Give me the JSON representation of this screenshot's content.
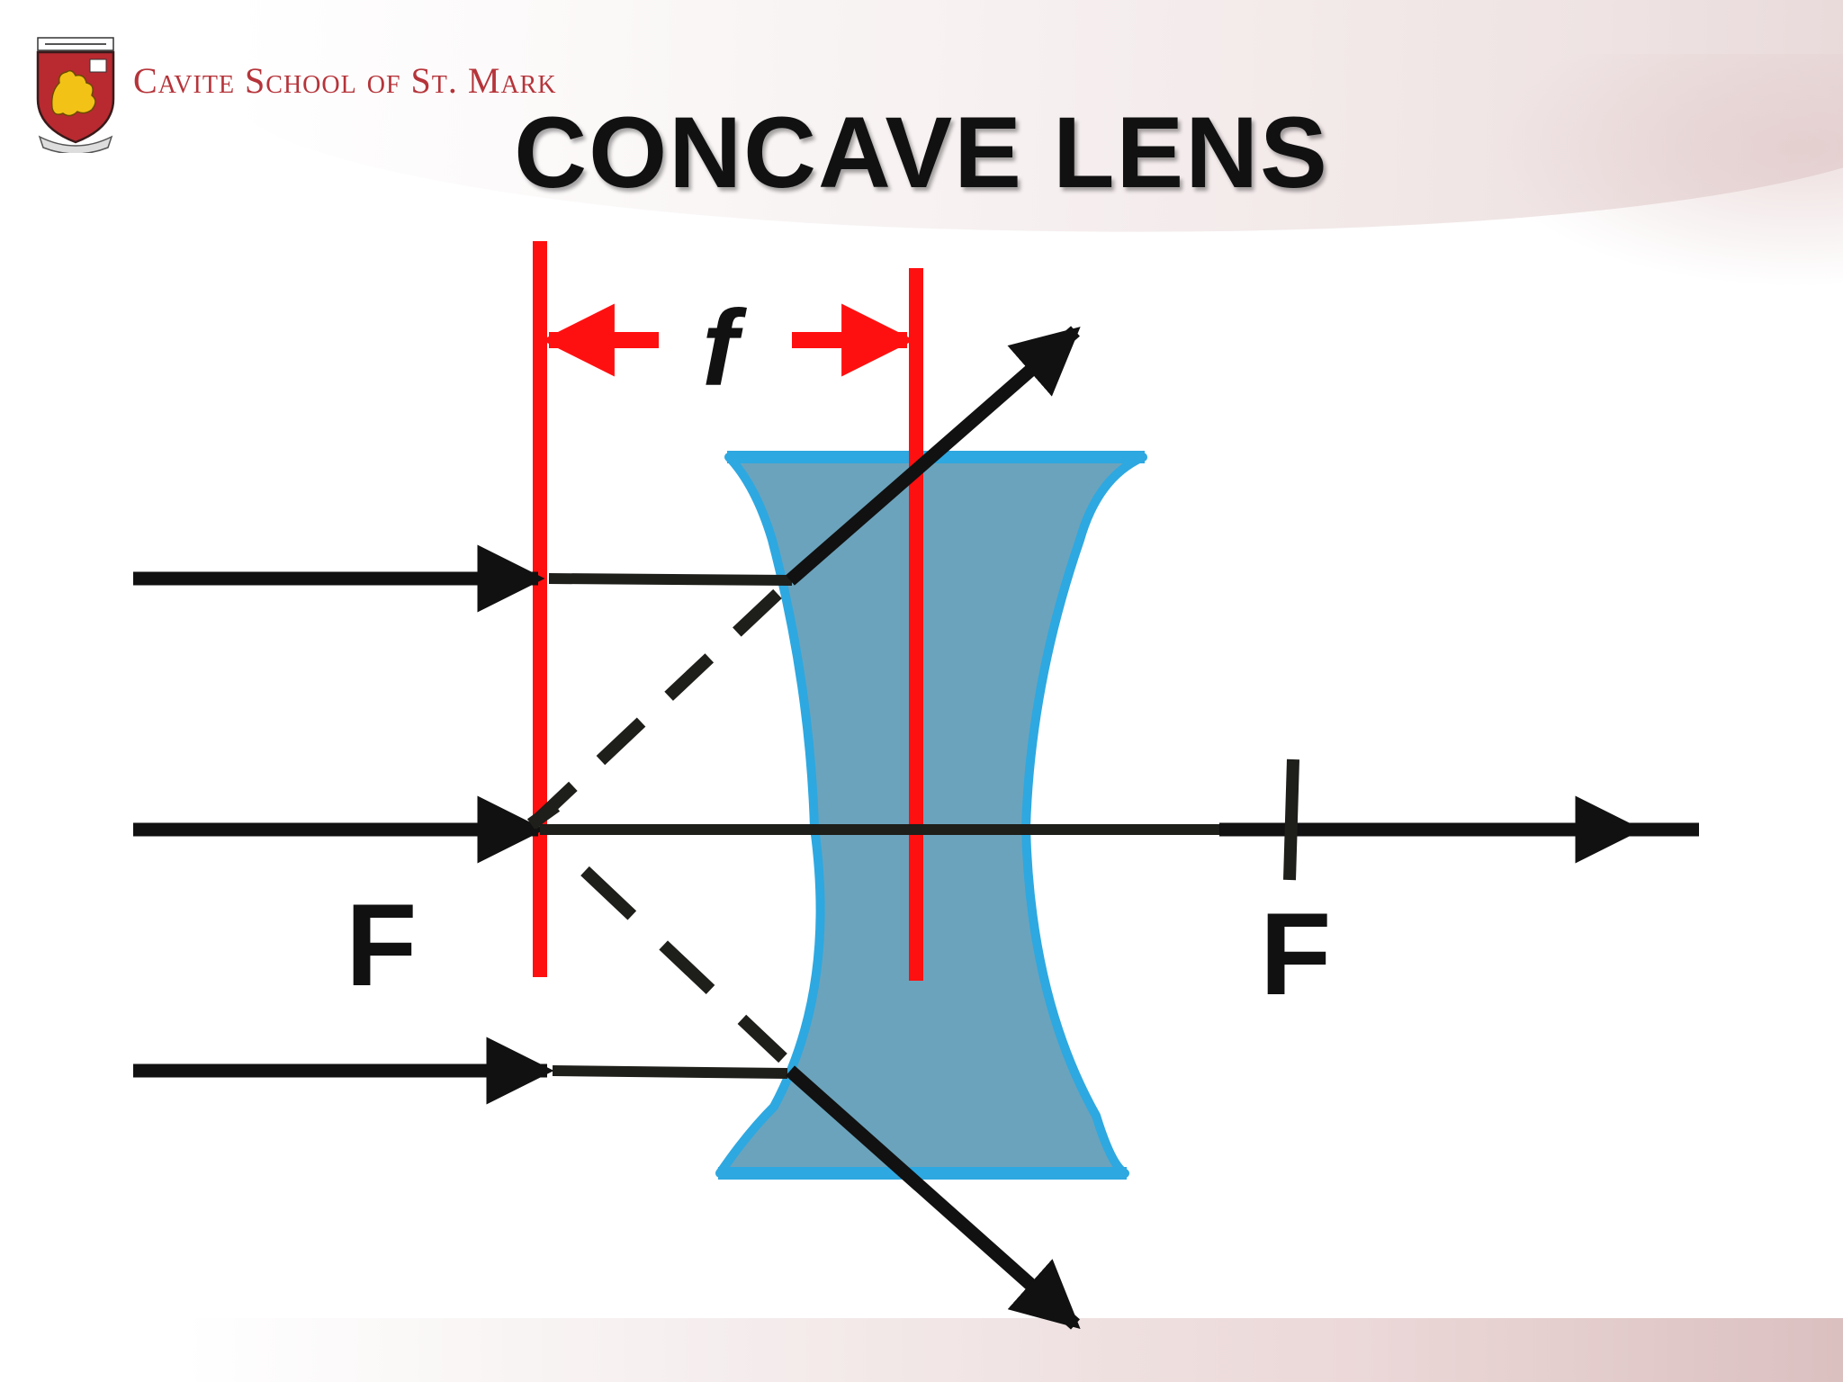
{
  "header": {
    "school_name": "Cavite School of St. Mark",
    "title": "CONCAVE LENS"
  },
  "diagram": {
    "focal_length_label": "f",
    "focal_point_left_label": "F",
    "focal_point_right_label": "F",
    "colors": {
      "lens_fill": "#6ba3bc",
      "lens_edge": "#2ea8e0",
      "focal_markers": "#ff1010",
      "rays": "#111111",
      "school_text": "#b5343a"
    }
  },
  "logo": {
    "icon": "crest-icon",
    "colors": {
      "shield": "#b82a30",
      "lion": "#f2c316"
    }
  }
}
